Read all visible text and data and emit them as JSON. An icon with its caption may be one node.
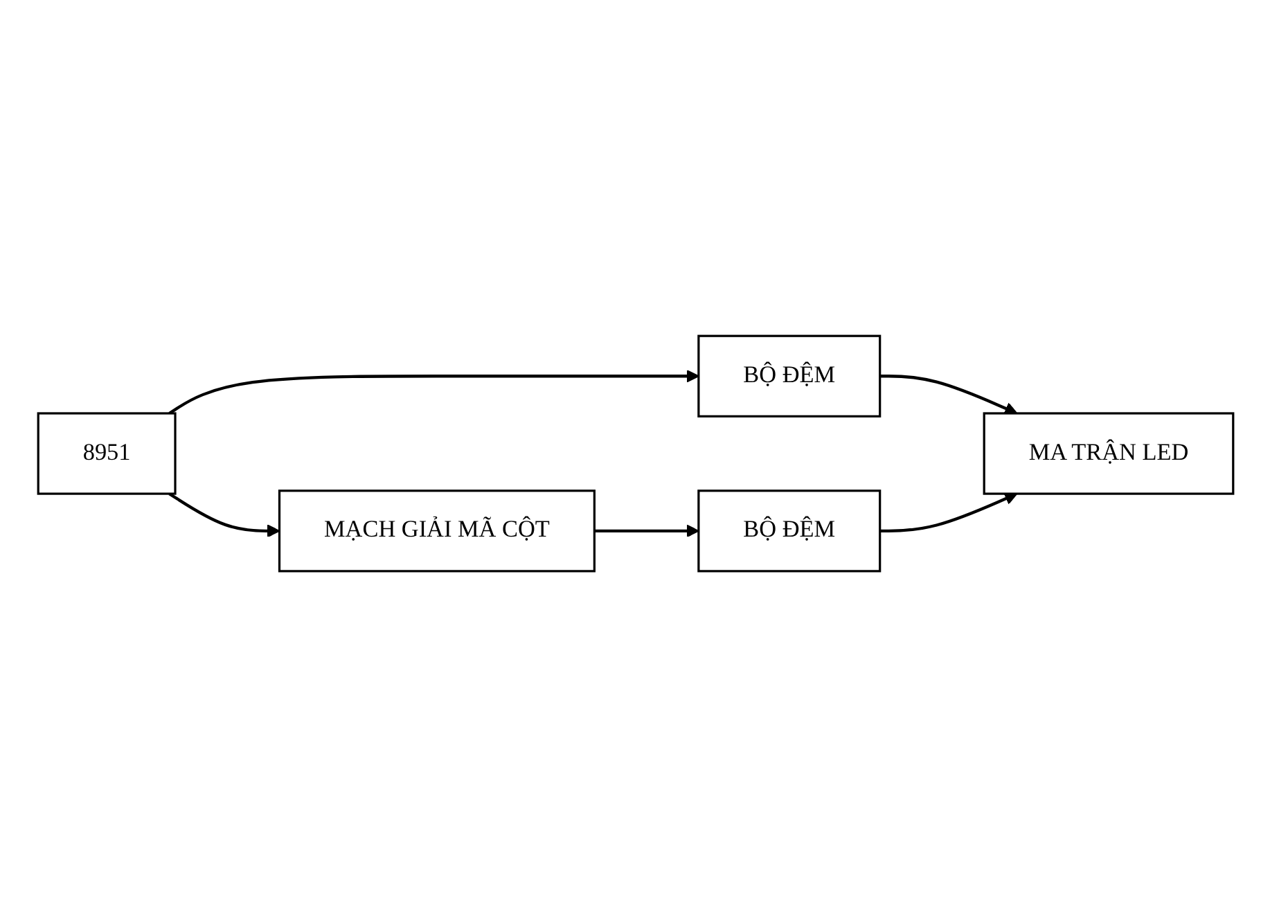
{
  "diagram": {
    "nodes": [
      {
        "text": [
          "8951"
        ]
      },
      {
        "text": [
          "BỘ ĐỆM"
        ]
      },
      {
        "text": [
          "MA TRẬN LED"
        ]
      },
      {
        "text": [
          "BỘ ĐỆM"
        ]
      },
      {
        "text": [
          "MẠCH GIẢI MÃ CỘT"
        ]
      }
    ],
    "edges": [
      {
        "from": 0,
        "to": 1,
        "arrow": "to"
      },
      {
        "from": 1,
        "to": 2,
        "arrow": "to"
      },
      {
        "from": 3,
        "to": 2,
        "arrow": "to"
      },
      {
        "from": 4,
        "to": 3,
        "arrow": "to"
      },
      {
        "from": 0,
        "to": 4,
        "arrow": "to"
      }
    ]
  }
}
